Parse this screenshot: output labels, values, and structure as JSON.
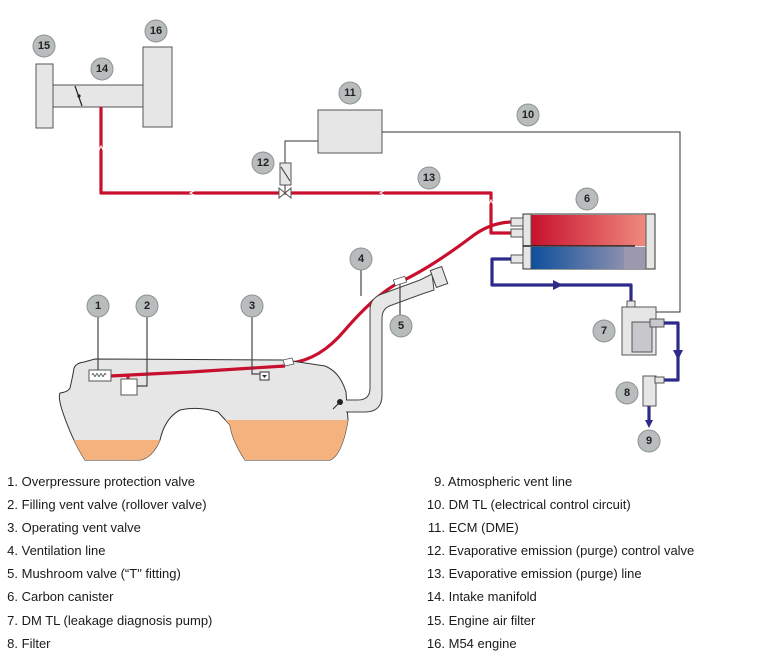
{
  "callouts": {
    "c1": "1",
    "c2": "2",
    "c3": "3",
    "c4": "4",
    "c5": "5",
    "c6": "6",
    "c7": "7",
    "c8": "8",
    "c9": "9",
    "c10": "10",
    "c11": "11",
    "c12": "12",
    "c13": "13",
    "c14": "14",
    "c15": "15",
    "c16": "16"
  },
  "colors": {
    "purge_line": "#c8102e",
    "atmospheric_line": "#2e2a8a",
    "fuel": "#f4b27e",
    "component_fill": "#e6e6e7",
    "callout_fill": "#b9bcbd"
  },
  "legend": {
    "left": [
      {
        "num": "1.",
        "label": "Overpressure protection valve"
      },
      {
        "num": "2.",
        "label": "Filling vent valve (rollover valve)"
      },
      {
        "num": "3.",
        "label": "Operating vent valve"
      },
      {
        "num": "4.",
        "label": "Ventilation line"
      },
      {
        "num": "5.",
        "label": "Mushroom valve (“T\" fitting)"
      },
      {
        "num": "6.",
        "label": "Carbon canister"
      },
      {
        "num": "7.",
        "label": "DM TL (leakage diagnosis pump)"
      },
      {
        "num": "8.",
        "label": "Filter"
      }
    ],
    "right": [
      {
        "num": "9.",
        "label": "Atmospheric vent line"
      },
      {
        "num": "10.",
        "label": "DM TL (electrical control circuit)"
      },
      {
        "num": "11.",
        "label": "ECM (DME)"
      },
      {
        "num": "12.",
        "label": "Evaporative emission (purge) control valve"
      },
      {
        "num": "13.",
        "label": "Evaporative emission (purge) line"
      },
      {
        "num": "14.",
        "label": "Intake manifold"
      },
      {
        "num": "15.",
        "label": "Engine air filter"
      },
      {
        "num": "16.",
        "label": "M54 engine"
      }
    ]
  }
}
